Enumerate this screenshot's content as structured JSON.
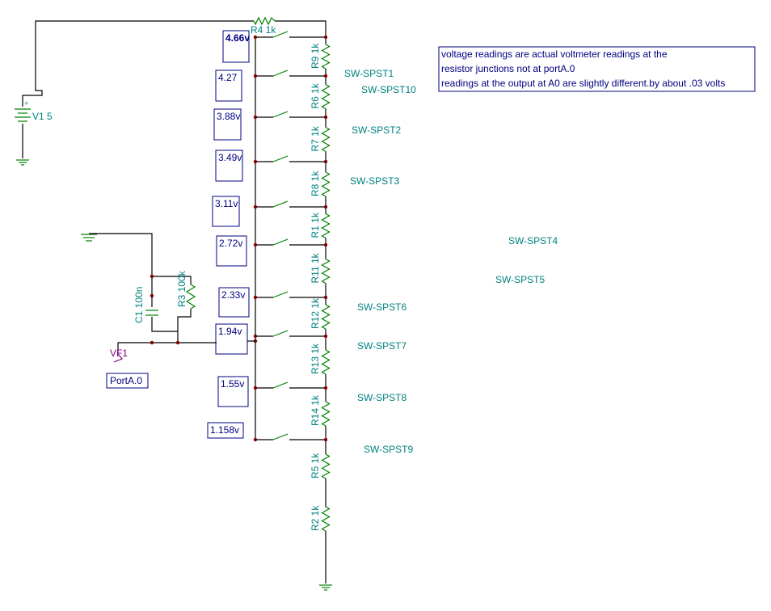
{
  "colors": {
    "wire": "#000000",
    "component": "#008000",
    "label": "#008080",
    "reading_text": "#000080",
    "junction": "#800000",
    "probe": "#800080"
  },
  "source": {
    "label": "V1 5"
  },
  "top_resistor": {
    "label": "R4 1k"
  },
  "ladder_resistors": [
    {
      "label": "R9 1k"
    },
    {
      "label": "R6 1k"
    },
    {
      "label": "R7 1k"
    },
    {
      "label": "R8 1k"
    },
    {
      "label": "R1 1k"
    },
    {
      "label": "R11 1k"
    },
    {
      "label": "R12 1k"
    },
    {
      "label": "R13 1k"
    },
    {
      "label": "R14 1k"
    },
    {
      "label": "R5 1k"
    },
    {
      "label": "R2 1k"
    }
  ],
  "switches": [
    {
      "label": "SW-SPST1"
    },
    {
      "label": "SW-SPST10"
    },
    {
      "label": "SW-SPST2"
    },
    {
      "label": "SW-SPST3"
    },
    {
      "label": "SW-SPST4"
    },
    {
      "label": "SW-SPST5"
    },
    {
      "label": "SW-SPST6"
    },
    {
      "label": "SW-SPST7"
    },
    {
      "label": "SW-SPST8"
    },
    {
      "label": "SW-SPST9"
    }
  ],
  "readings": [
    "4.66v",
    "4.27",
    "3.88v",
    "3.49v",
    "3.11v",
    "2.72v",
    "2.33v",
    "1.94v",
    "1.55v",
    "1.158v"
  ],
  "filter": {
    "capacitor_label": "C1 100n",
    "resistor_label": "R3 100k"
  },
  "probe": {
    "label": "VF1",
    "port_label": "PortA.0"
  },
  "note": {
    "lines": [
      "voltage readings are actual voltmeter readings at the",
      "resistor  junctions not at portA.0",
      "readings at the output at A0 are slightly different.by about .03 volts"
    ]
  }
}
